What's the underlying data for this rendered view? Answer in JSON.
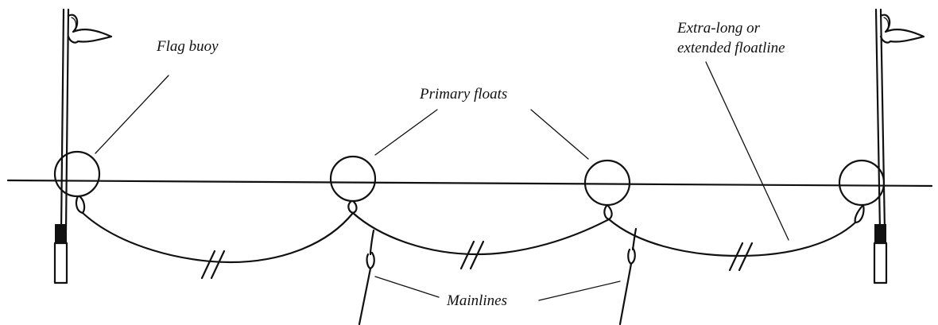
{
  "labels": {
    "flag_buoy": "Flag buoy",
    "primary_floats": "Primary floats",
    "extended_floatline_line1": "Extra-long or",
    "extended_floatline_line2": "extended floatline",
    "mainlines": "Mainlines"
  }
}
